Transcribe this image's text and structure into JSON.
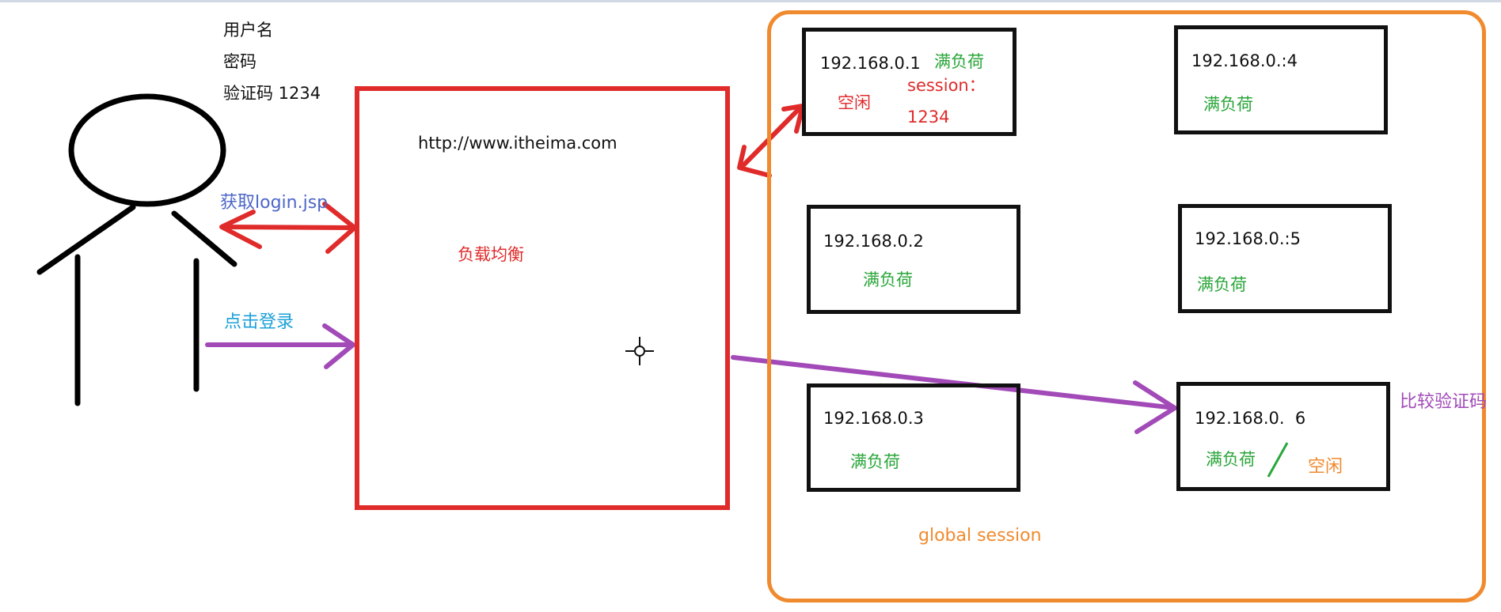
{
  "user_labels": {
    "username": "用户名",
    "password": "密码",
    "captcha": "验证码  1234"
  },
  "arrows": {
    "get_login": "获取login.jsp",
    "click_login": "点击登录"
  },
  "load_balancer": {
    "url": "http://www.itheima.com",
    "label": "负载均衡"
  },
  "servers": [
    {
      "ip": "192.168.0.1",
      "status": "满负荷",
      "extra1": "空闲",
      "extra2": "session：",
      "extra3": "1234"
    },
    {
      "ip": "192.168.0.2",
      "status": "满负荷"
    },
    {
      "ip": "192.168.0.3",
      "status": "满负荷"
    },
    {
      "ip": "192.168.0.:4",
      "status": "满负荷"
    },
    {
      "ip": "192.168.0.:5",
      "status": "满负荷"
    },
    {
      "ip": "192.168.0.  6",
      "status": "满负荷",
      "extra1": "空闲"
    }
  ],
  "global_session": "global session",
  "compare_captcha": "比较验证码",
  "colors": {
    "red": "#e02b2b",
    "orange": "#f08a2e",
    "purple": "#a24ab8",
    "green": "#2aa63a",
    "blue": "#4d66c8",
    "cyan": "#1aa0d8"
  }
}
